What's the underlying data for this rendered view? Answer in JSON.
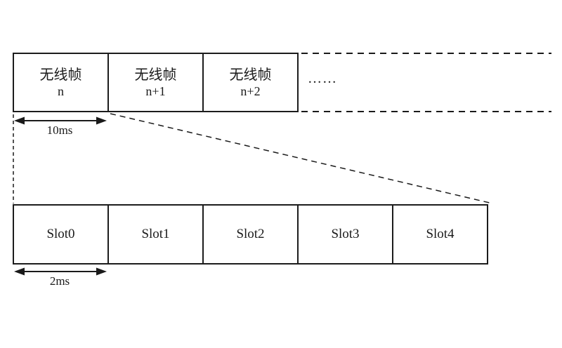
{
  "diagram": {
    "top_row": {
      "frames": [
        {
          "name": "无线帧",
          "index": "n"
        },
        {
          "name": "无线帧",
          "index": "n+1"
        },
        {
          "name": "无线帧",
          "index": "n+2"
        }
      ],
      "ellipsis": "……"
    },
    "bottom_row": {
      "slots": [
        "Slot0",
        "Slot1",
        "Slot2",
        "Slot3",
        "Slot4"
      ]
    },
    "duration_labels": {
      "frame": "10ms",
      "slot": "2ms"
    },
    "colors": {
      "line": "#1a1a1a",
      "background": "#ffffff"
    }
  }
}
